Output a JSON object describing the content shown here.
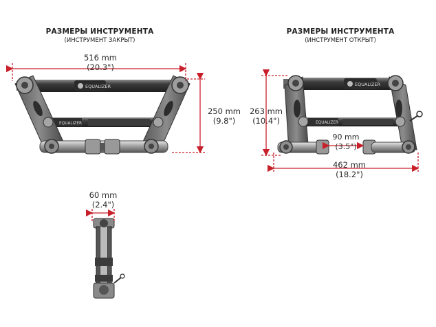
{
  "closed": {
    "title": "РАЗМЕРЫ ИНСТРУМЕНТА",
    "subtitle": "(ИНСТРУМЕНТ ЗАКРЫТ)",
    "width_mm": "516 mm",
    "width_in": "(20.3\")",
    "height_mm": "250 mm",
    "height_in": "(9.8\")",
    "brand": "EQUALIZER"
  },
  "open": {
    "title": "РАЗМЕРЫ ИНСТРУМЕНТА",
    "subtitle": "(ИНСТРУМЕНТ ОТКРЫТ)",
    "height_mm": "263 mm",
    "height_in": "(10.4\")",
    "gap_mm": "90 mm",
    "gap_in": "(3.5\")",
    "width_mm": "462 mm",
    "width_in": "(18.2\")",
    "brand": "EQUALIZER"
  },
  "side": {
    "width_mm": "60 mm",
    "width_in": "(2.4\")"
  },
  "colors": {
    "dimension_line": "#c8202a",
    "tool_dark": "#3a3a3a",
    "tool_mid": "#7b7b7b",
    "tool_light": "#b5b5b5"
  }
}
